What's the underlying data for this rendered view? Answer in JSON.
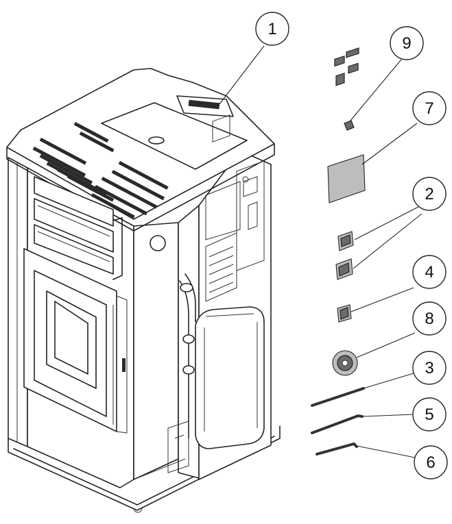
{
  "callouts": [
    {
      "id": "1",
      "label": "1"
    },
    {
      "id": "9",
      "label": "9"
    },
    {
      "id": "7",
      "label": "7"
    },
    {
      "id": "2",
      "label": "2"
    },
    {
      "id": "4",
      "label": "4"
    },
    {
      "id": "8",
      "label": "8"
    },
    {
      "id": "3",
      "label": "3"
    },
    {
      "id": "5",
      "label": "5"
    },
    {
      "id": "6",
      "label": "6"
    }
  ]
}
